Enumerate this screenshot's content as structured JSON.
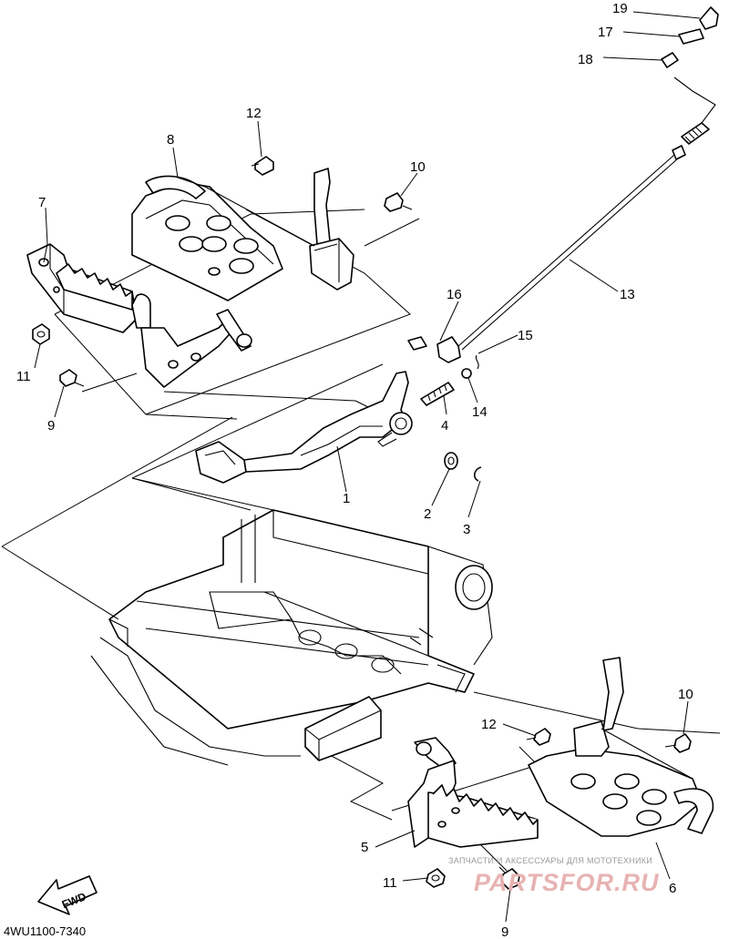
{
  "diagram": {
    "callouts": [
      "1",
      "2",
      "3",
      "4",
      "5",
      "6",
      "7",
      "8",
      "9",
      "10",
      "11",
      "12",
      "13",
      "14",
      "15",
      "16",
      "17",
      "18",
      "19"
    ],
    "labels": {
      "p1": "1",
      "p2": "2",
      "p3": "3",
      "p4": "4",
      "p5": "5",
      "p6": "6",
      "p7": "7",
      "p8": "8",
      "p9_left": "9",
      "p9_bottom": "9",
      "p10_top": "10",
      "p10_bottom": "10",
      "p11_left": "11",
      "p11_bottom": "11",
      "p12_top": "12",
      "p12_bottom": "12",
      "p13": "13",
      "p14": "14",
      "p15": "15",
      "p16": "16",
      "p17": "17",
      "p18": "18",
      "p19": "19"
    },
    "catalog_code": "4WU1100-7340",
    "fwd_label": "FWD",
    "watermark_text": "ЗАПЧАСТИ И АКСЕССУАРЫ ДЛЯ МОТОТЕХНИКИ",
    "watermark_brand": "PARTSFOR.RU",
    "line_color": "#000000",
    "watermark_color": "#e7b3b3"
  }
}
